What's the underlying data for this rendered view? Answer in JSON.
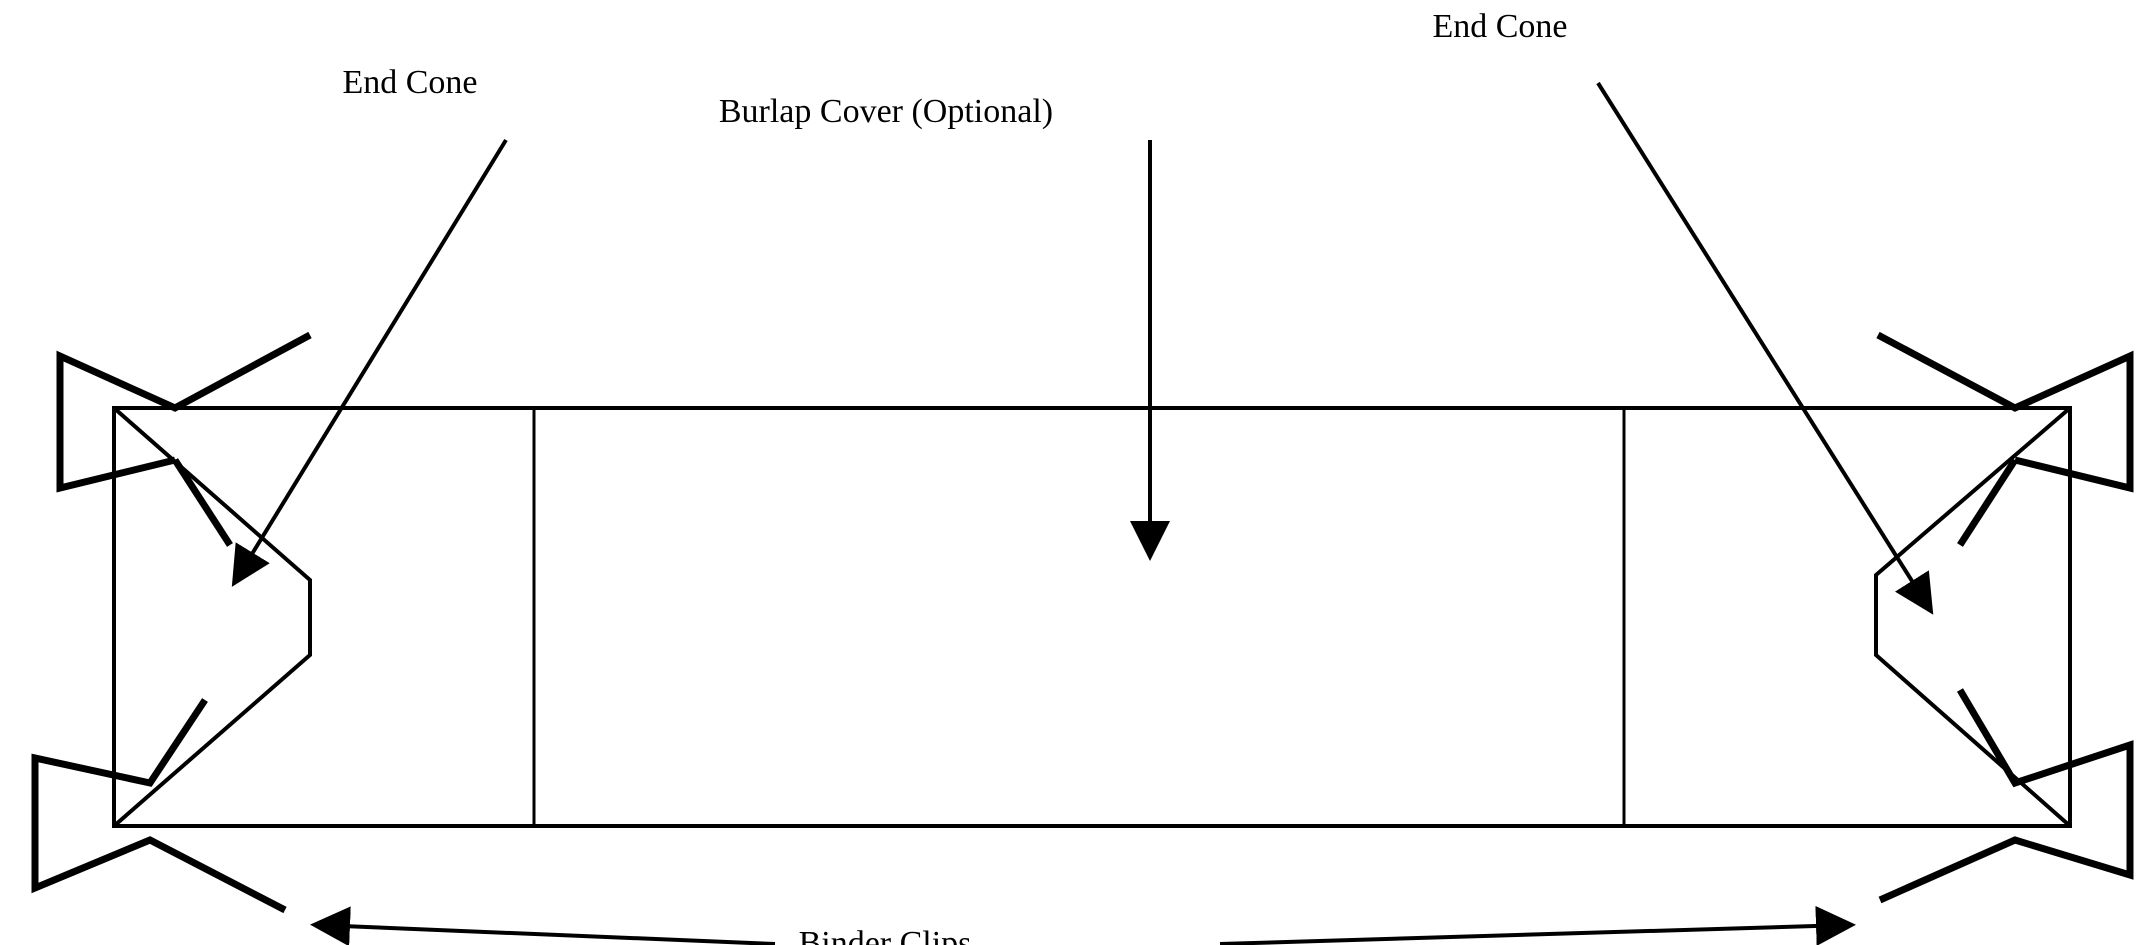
{
  "labels": {
    "end_cone_left": "End Cone",
    "end_cone_right": "End Cone",
    "burlap_cover": "Burlap Cover (Optional)",
    "binder_clips": "Binder Clips"
  },
  "colors": {
    "ink": "#000000",
    "background": "#ffffff",
    "end_hatch": "#8a8a8a",
    "burlap_weave": "#7a7a7a"
  }
}
